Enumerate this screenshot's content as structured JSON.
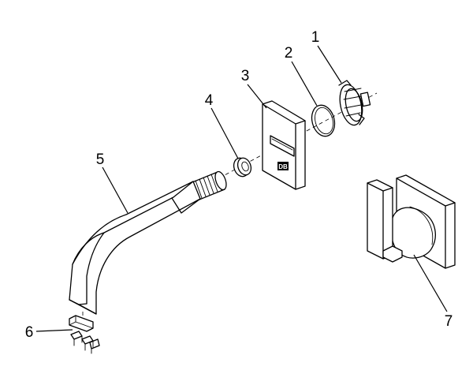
{
  "diagram": {
    "callouts": [
      {
        "id": "callout-1",
        "label": "1"
      },
      {
        "id": "callout-2",
        "label": "2"
      },
      {
        "id": "callout-3",
        "label": "3"
      },
      {
        "id": "callout-4",
        "label": "4"
      },
      {
        "id": "callout-5",
        "label": "5"
      },
      {
        "id": "callout-6",
        "label": "6"
      },
      {
        "id": "callout-7",
        "label": "7"
      }
    ],
    "logo_text": "DB"
  }
}
